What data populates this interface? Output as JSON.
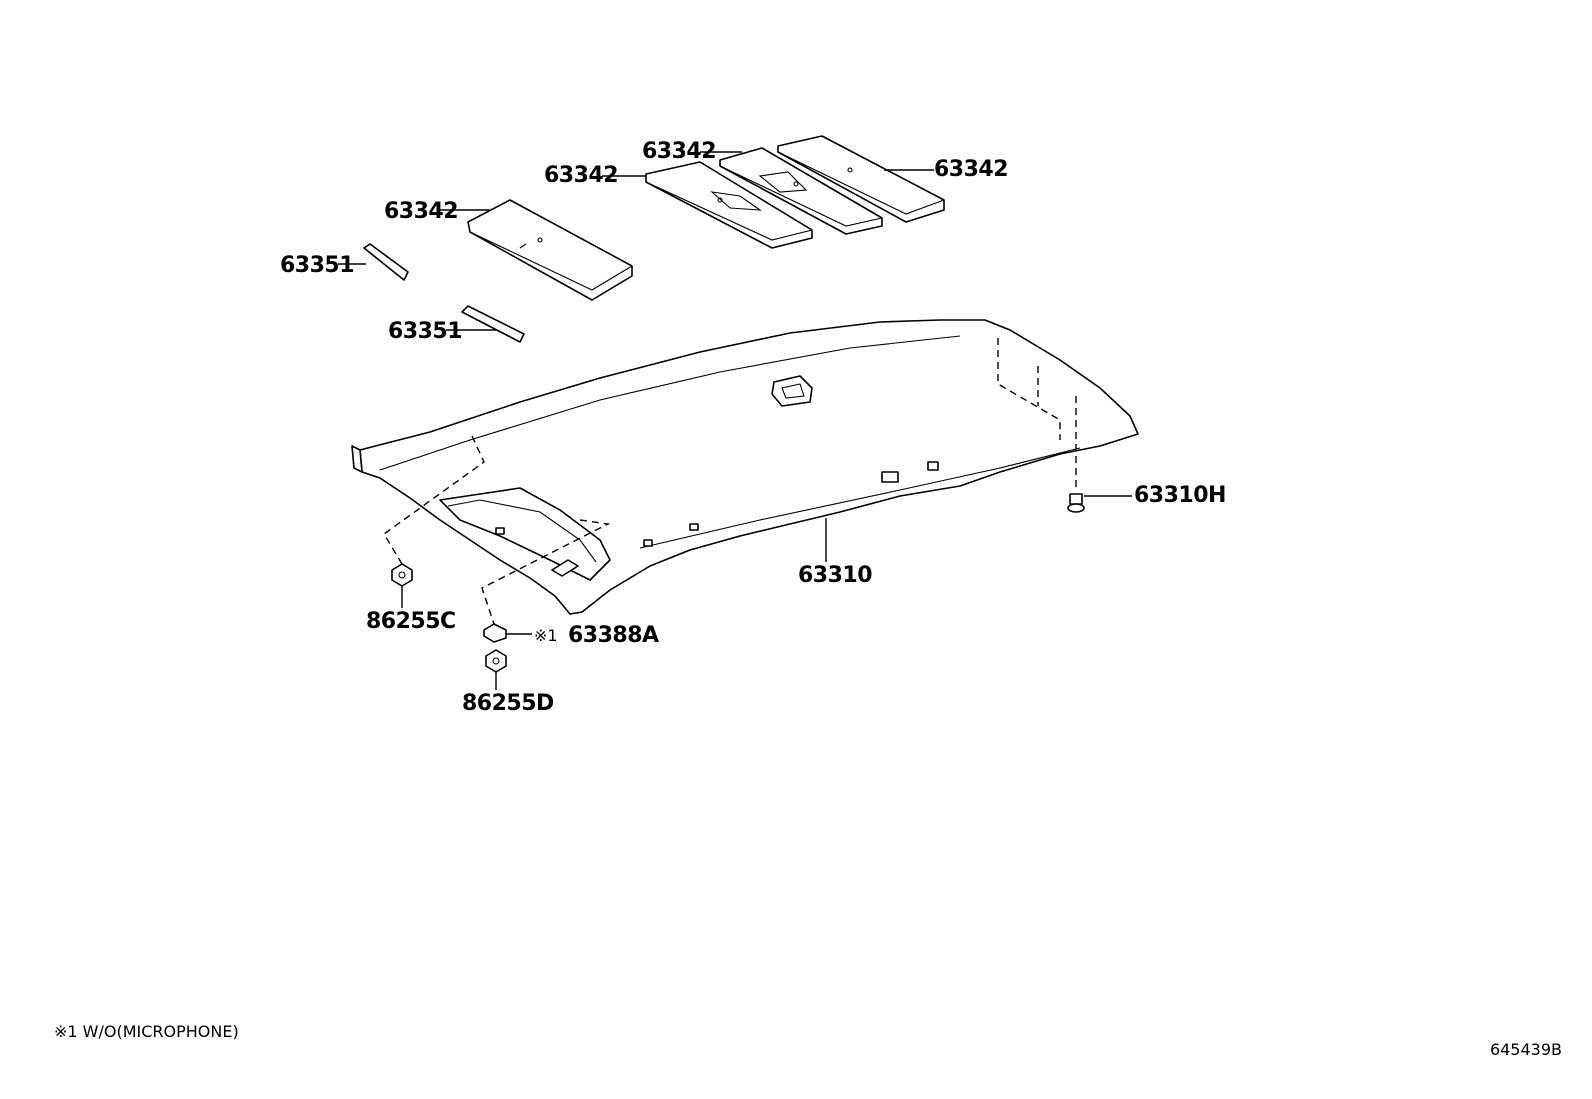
{
  "labels": {
    "pad_rear_right": "63342",
    "pad_rear_middle": "63342",
    "pad_middle": "63342",
    "pad_front": "63342",
    "spacer_upper": "63351",
    "spacer_lower": "63351",
    "headlining": "63310",
    "headlining_hole_cover": "63310H",
    "clip_left": "86255C",
    "clip_bottom": "86255D",
    "cover_mark": "※1",
    "cover": "63388A"
  },
  "footnote": "※1 W/O(MICROPHONE)",
  "diagram_id": "645439B"
}
